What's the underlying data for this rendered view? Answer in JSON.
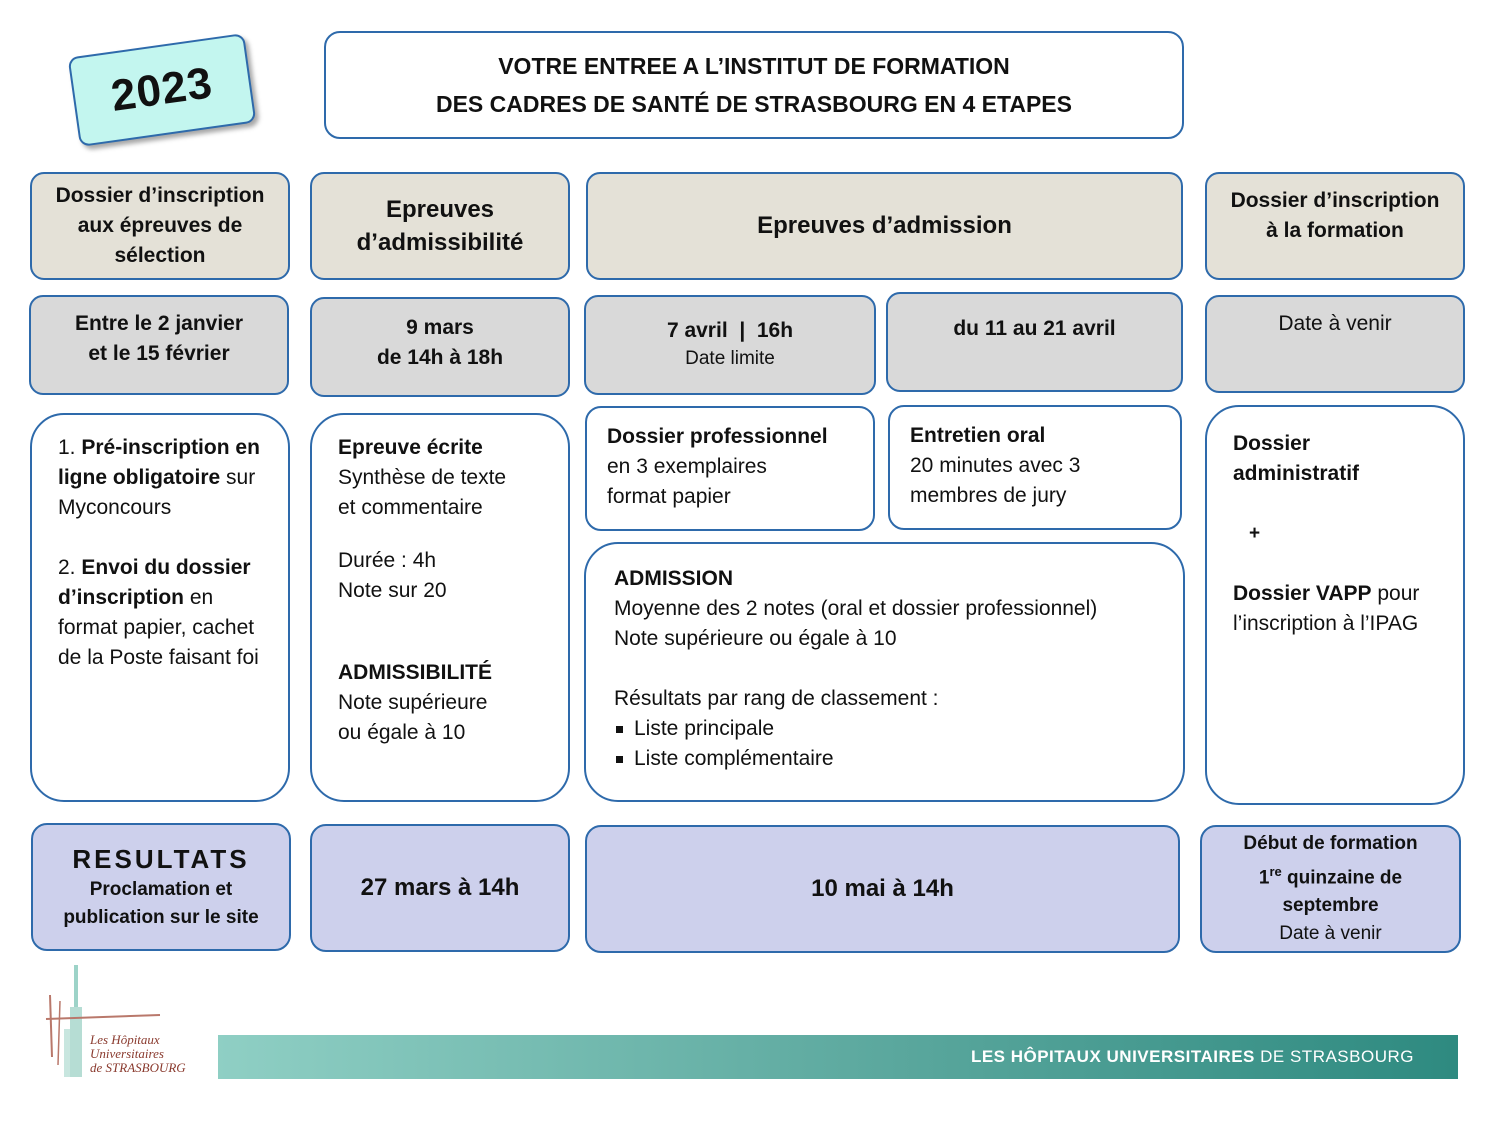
{
  "year_badge": "2023",
  "title": {
    "line1": "VOTRE ENTREE A L’INSTITUT DE FORMATION",
    "line2": "DES CADRES DE SANTÉ DE STRASBOURG EN 4 ETAPES"
  },
  "headers": {
    "col1": [
      "Dossier d’inscription",
      "aux épreuves de",
      "sélection"
    ],
    "col2": [
      "Epreuves",
      "d’admissibilité"
    ],
    "col3": "Epreuves d’admission",
    "col4": [
      "Dossier d’inscription",
      "à la formation"
    ]
  },
  "dates": {
    "col1": [
      "Entre le 2 janvier",
      "et le 15 février"
    ],
    "col2": [
      "9 mars",
      "de 14h à 18h"
    ],
    "col3a": {
      "main": "7 avril  |  16h",
      "sub": "Date limite"
    },
    "col3b": "du 11 au 21 avril",
    "col4": "Date à venir"
  },
  "details": {
    "col1": {
      "item1_num": "1. ",
      "item1_bold": "Pré-inscription en ligne obligatoire",
      "item1_rest": " sur Myconcours",
      "item2_num": "2. ",
      "item2_bold": "Envoi du dossier d’inscription",
      "item2_rest": " en format papier, cachet de la Poste faisant foi"
    },
    "col2": {
      "title": "Epreuve écrite",
      "desc": [
        "Synthèse de texte",
        "et commentaire"
      ],
      "duration": "Durée : 4h",
      "grade": "Note sur 20",
      "admiss_title": "ADMISSIBILITÉ",
      "admiss_desc": [
        "Note supérieure",
        "ou égale à 10"
      ]
    },
    "dossier_pro": {
      "title": "Dossier professionnel",
      "desc": [
        "en 3 exemplaires",
        "format papier"
      ]
    },
    "entretien": {
      "title": "Entretien oral",
      "desc": [
        "20 minutes avec 3",
        "membres de jury"
      ]
    },
    "admission": {
      "title": "ADMISSION",
      "line1": "Moyenne des 2 notes (oral et dossier professionnel)",
      "line2": "Note supérieure ou égale à 10",
      "results_label": "Résultats par rang de classement :",
      "list": [
        "Liste principale",
        "Liste complémentaire"
      ]
    },
    "col4": {
      "title1": "Dossier",
      "title2": "administratif",
      "plus": "+",
      "vapp_bold": "Dossier VAPP",
      "vapp_rest": " pour l’inscription à l’IPAG"
    }
  },
  "results": {
    "col1_title": "RESULTATS",
    "col1_sub": [
      "Proclamation et",
      "publication sur le site"
    ],
    "col2": "27 mars à 14h",
    "col3": "10 mai à 14h",
    "col4_line1": "Début de formation",
    "col4_line2_num": "1",
    "col4_line2_sup": "re",
    "col4_line2_rest": " quinzaine de",
    "col4_line3": "septembre",
    "col4_line4": "Date à venir"
  },
  "footer": {
    "logo_text": [
      "Les Hôpitaux",
      "Universitaires",
      "de STRASBOURG"
    ],
    "banner_bold": "LES HÔPITAUX UNIVERSITAIRES",
    "banner_light": " DE STRASBOURG"
  },
  "colors": {
    "border": "#2e6aab",
    "header_fill": "#e4e1d7",
    "date_fill": "#d9d9d9",
    "result_fill": "#cdd0ec",
    "badge_fill": "#c3f6ef",
    "banner_left": "#8fcfc4",
    "banner_right": "#2e8a80"
  }
}
